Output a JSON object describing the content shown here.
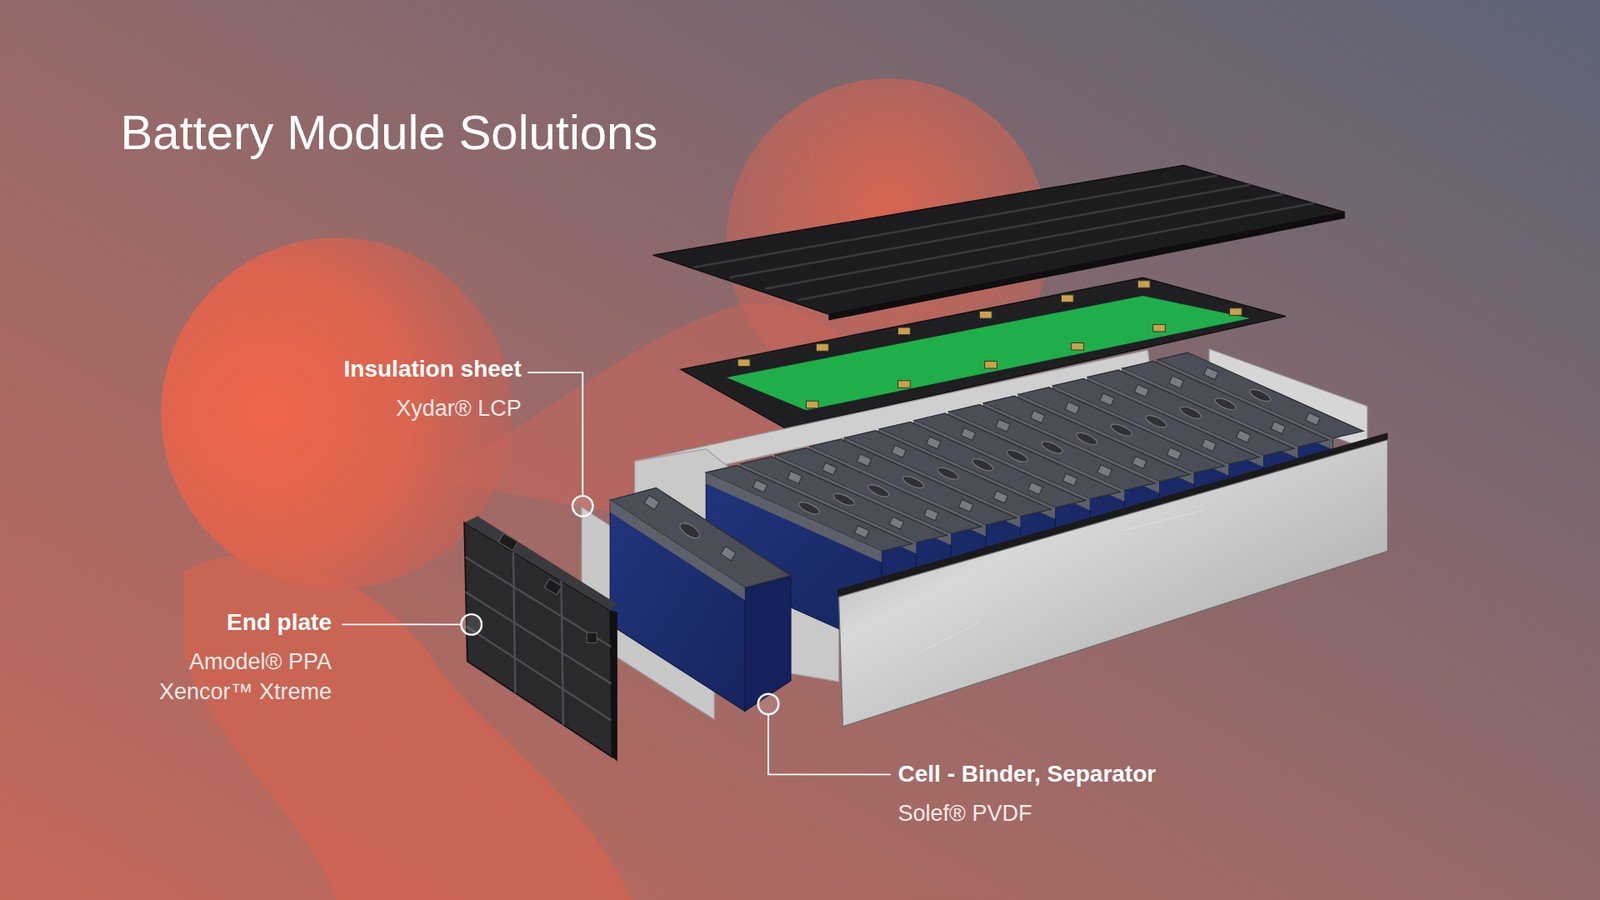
{
  "diagram": {
    "title": "Battery Module Solutions",
    "labels": [
      "Insulation sheet",
      "Xydar® LCP",
      "End plate",
      "Amodel® PPA",
      "Xencor™ Xtreme",
      "Cell - Binder, Separator",
      "Solef® PVDF"
    ]
  }
}
